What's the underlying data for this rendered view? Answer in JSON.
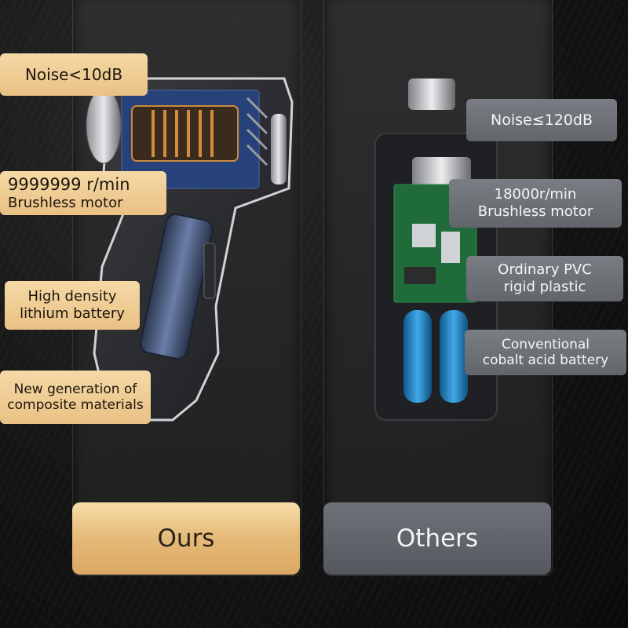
{
  "ours": {
    "button_label": "Ours",
    "noise_label": "Noise<10dB",
    "rpm_label": "9999999 r/min",
    "motor_label": "Brushless motor",
    "battery_label_line1": "High density",
    "battery_label_line2": "lithium battery",
    "material_label_line1": "New generation of",
    "material_label_line2": "composite materials",
    "accent_color": "#e9c185"
  },
  "others": {
    "button_label": "Others",
    "noise_label": "Noise≤120dB",
    "rpm_label": "18000r/min",
    "motor_label": "Brushless motor",
    "plastic_label_line1": "Ordinary PVC",
    "plastic_label_line2": "rigid plastic",
    "battery_label_line1": "Conventional",
    "battery_label_line2": "cobalt acid battery",
    "accent_color": "#6a6e74"
  }
}
